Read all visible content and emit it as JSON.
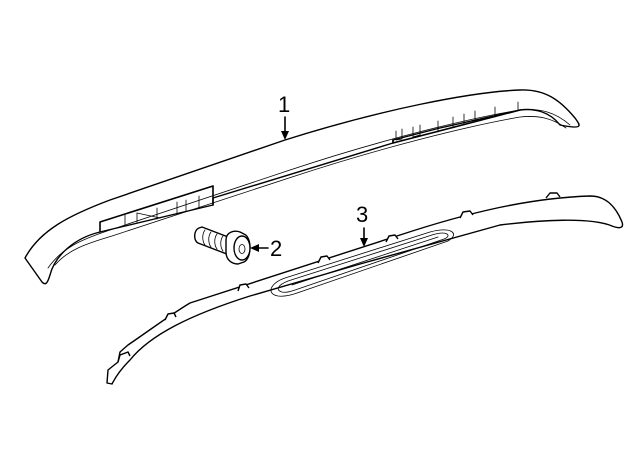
{
  "diagram": {
    "type": "exploded-parts-diagram",
    "background": "#ffffff",
    "line_color": "#000000",
    "parts": [
      {
        "callout": "1",
        "description": "upper spoiler / roof trim molding"
      },
      {
        "callout": "2",
        "description": "fastener / bolt"
      },
      {
        "callout": "3",
        "description": "lower spoiler with high-mount stop lamp"
      }
    ]
  }
}
